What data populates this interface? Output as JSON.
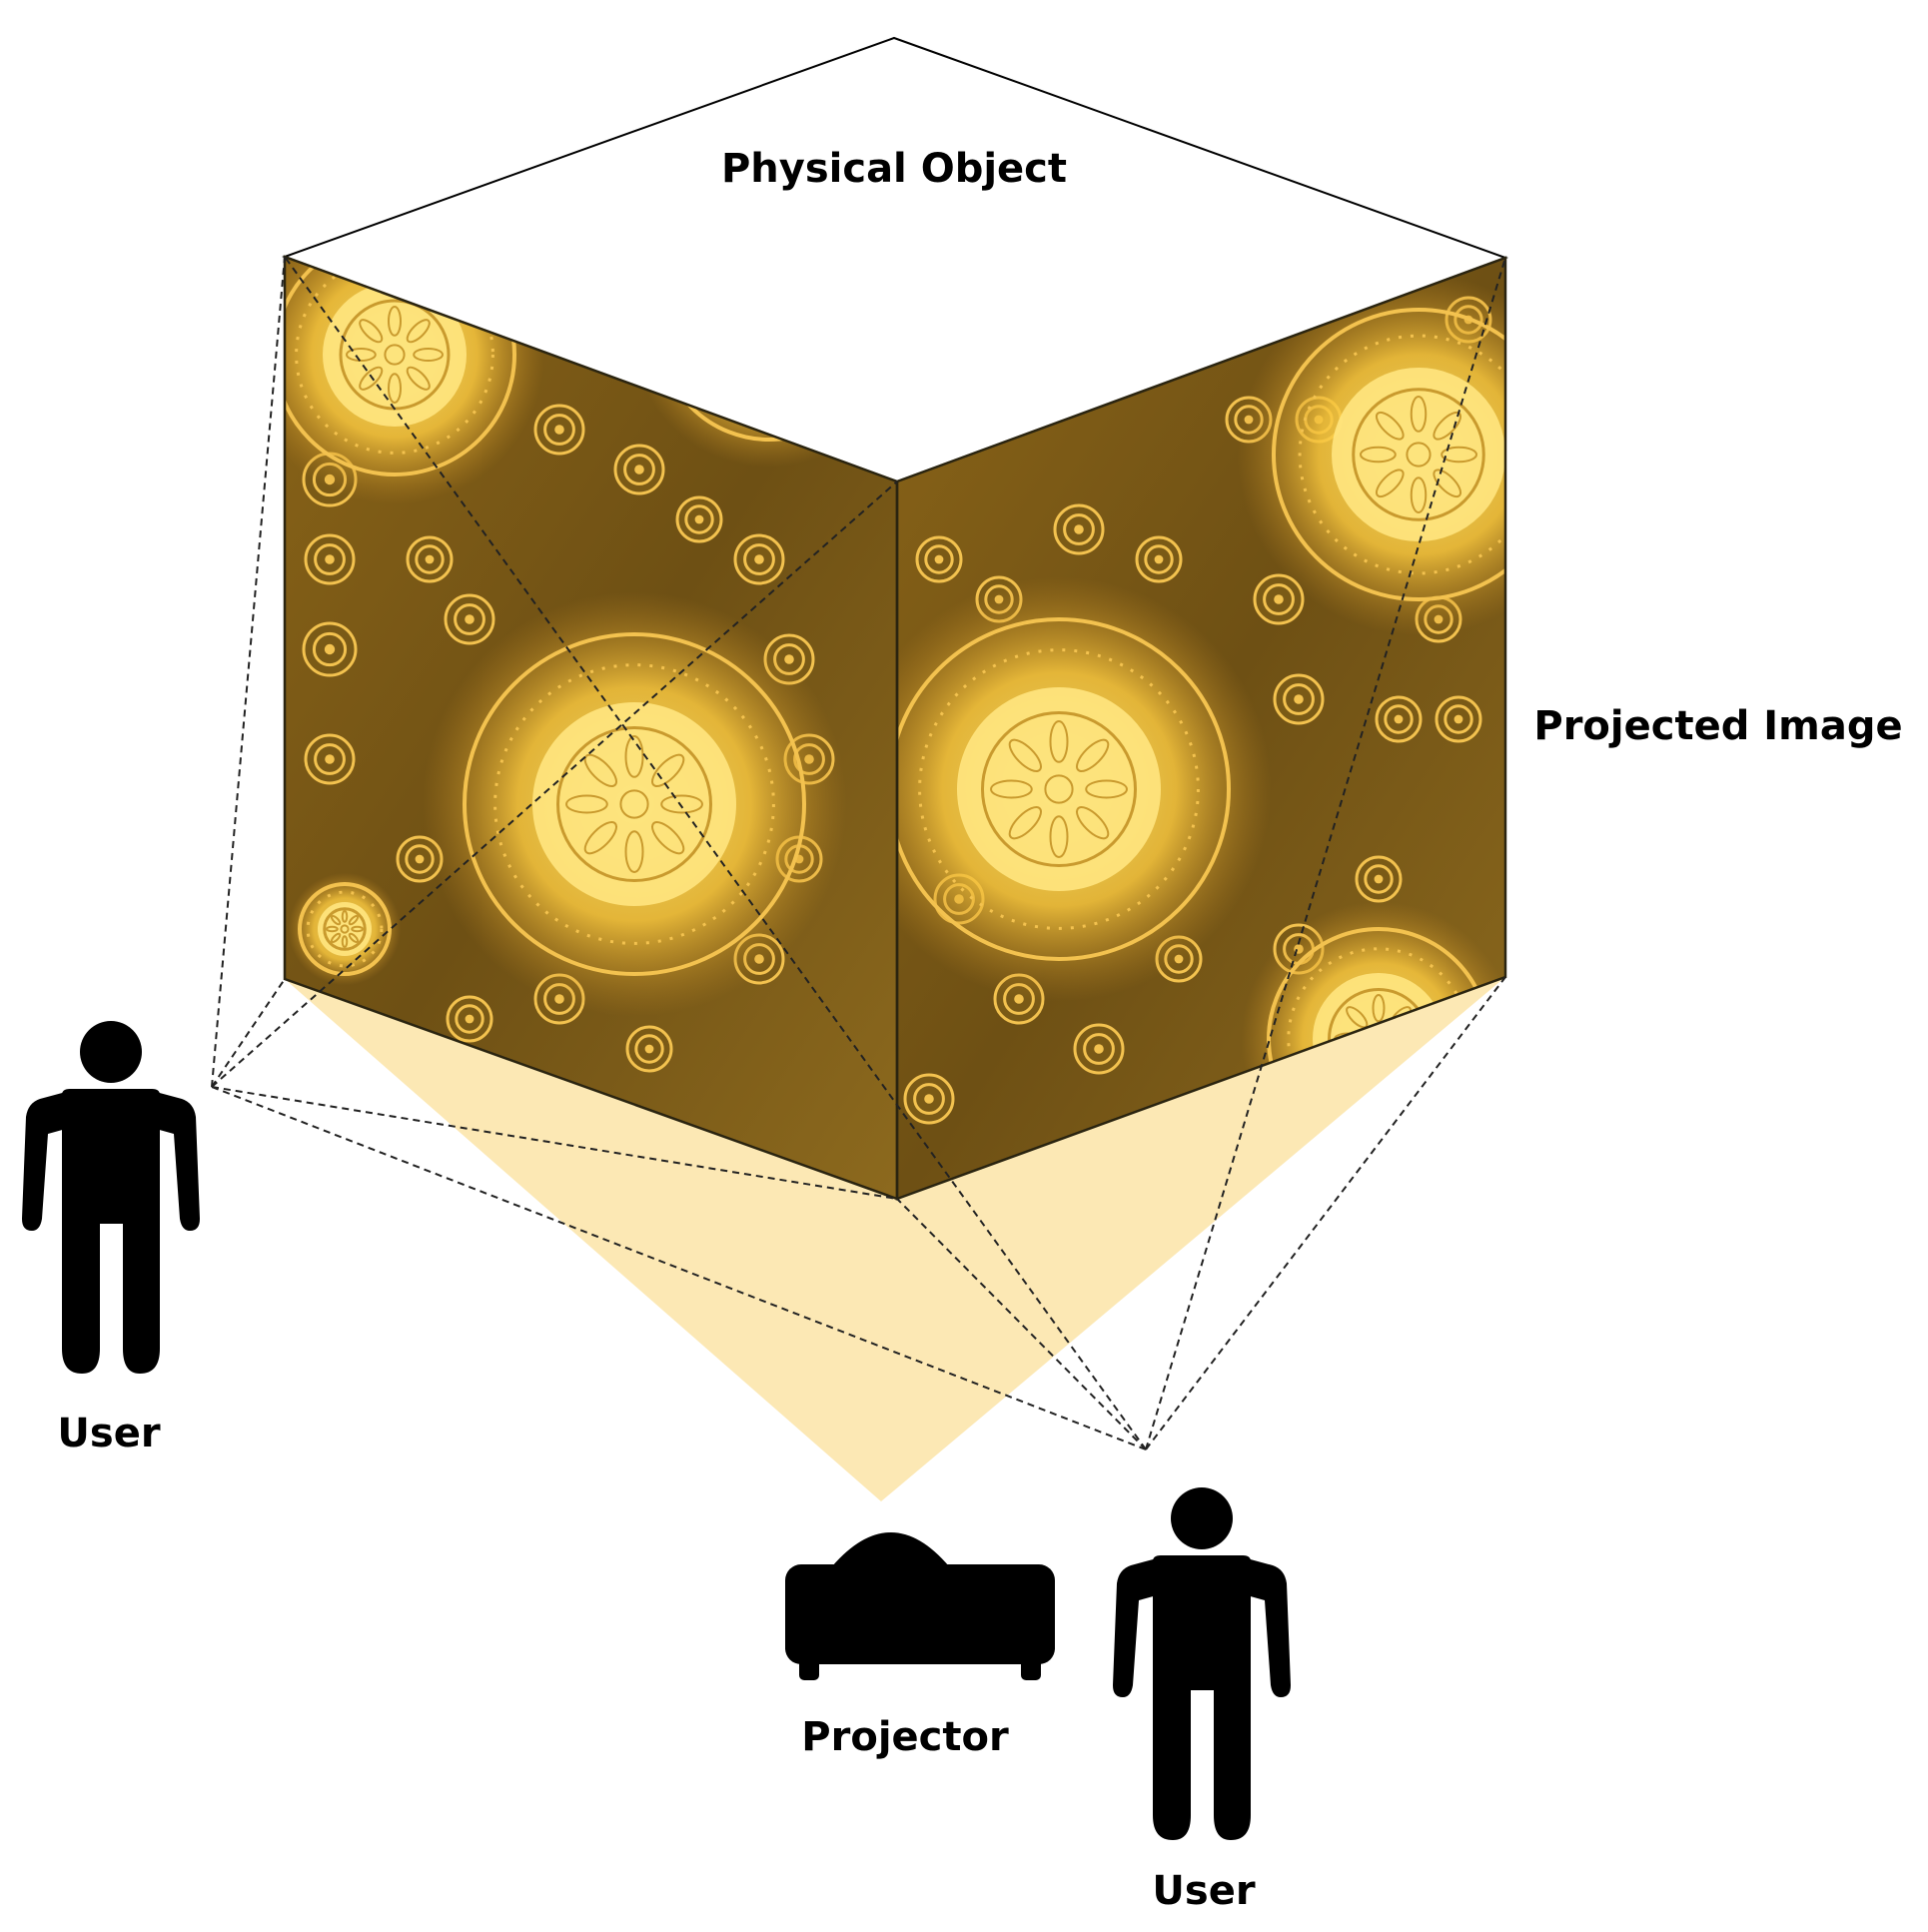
{
  "labels": {
    "physical_object": "Physical Object",
    "projected_image": "Projected Image",
    "user_left": "User",
    "user_right": "User",
    "projector": "Projector"
  },
  "colors": {
    "cone": "#fce8b4",
    "face_dark": "#6e5014",
    "face_mid": "#a87a22",
    "motif_light": "#ffe680",
    "motif_line": "#f3c24f",
    "ink": "#000000"
  },
  "icons": {
    "user": "person-silhouette-icon",
    "projector": "projector-icon"
  }
}
